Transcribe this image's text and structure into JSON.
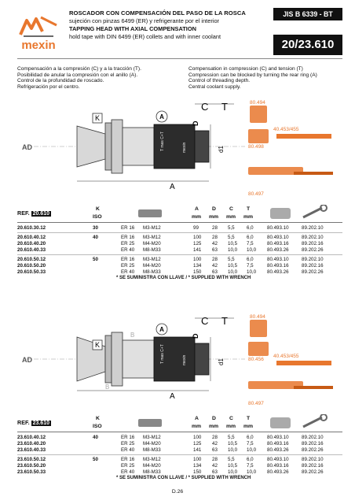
{
  "brand": {
    "name": "mexin",
    "color": "#e8772e"
  },
  "header": {
    "title_es": "ROSCADOR CON COMPENSACIÓN DEL PASO DE LA ROSCA",
    "subtitle_es": "sujeción con pinzas 6499 (ER) y refrigerante por el interior",
    "title_en": "TAPPING HEAD WITH AXIAL COMPENSATION",
    "subtitle_en": "hold tape with DIN 6499 (ER) collets and with inner coolant",
    "standard": "JIS B 6339 - BT",
    "code": "20/23.610"
  },
  "description": {
    "es": [
      "Compensación a la compresión (C) y a la tracción (T).",
      "Posibilidad de anular la compresión con el anillo (A).",
      "Control de la profundidad de roscado.",
      "Refrigeración por el centro."
    ],
    "en": [
      "Compensation in compression (C) and tension (T)",
      "Compression can be blocked by turning the rear ring (A)",
      "Control of threading depth.",
      "Central coolant supply."
    ]
  },
  "drawing_labels": {
    "K": "K",
    "A": "A",
    "C": "C",
    "T": "T",
    "D": "D",
    "d1": "d1",
    "AD": "AD",
    "B": "B",
    "holder_text": "T mas C+T",
    "ring_text": "mexin",
    "acc1": "80.494",
    "acc2": "80.498",
    "acc3": "40.453/455",
    "acc4": "80.497",
    "acc2b": "80.456"
  },
  "colors": {
    "accessory": "#e8772e",
    "accessory_dark": "#c75a14",
    "body": "#d4d4d4"
  },
  "table1": {
    "ref_label": "REF.",
    "ref_code": "20.610",
    "headers": {
      "k": "K",
      "iso": "ISO",
      "a": "A",
      "d": "D",
      "c": "C",
      "t": "T",
      "a_u": "mm",
      "d_u": "mm",
      "c_u": "mm",
      "t_u": "mm"
    },
    "groups": [
      {
        "rows": [
          {
            "ref": "20.610.30.12",
            "k": "30",
            "er": "ER 16",
            "thread": "M3-M12",
            "a": "99",
            "d": "28",
            "c": "5,5",
            "t": "6,0",
            "p1": "80.493.10",
            "p2": "89.202.10"
          }
        ]
      },
      {
        "rows": [
          {
            "ref": "20.610.40.12",
            "k": "40",
            "er": "ER 16",
            "thread": "M3-M12",
            "a": "100",
            "d": "28",
            "c": "5,5",
            "t": "6,0",
            "p1": "80.493.10",
            "p2": "89.202.10"
          },
          {
            "ref": "20.610.40.20",
            "k": "",
            "er": "ER 25",
            "thread": "M4-M20",
            "a": "125",
            "d": "42",
            "c": "10,5",
            "t": "7,5",
            "p1": "80.493.16",
            "p2": "89.202.16"
          },
          {
            "ref": "20.610.40.33",
            "k": "",
            "er": "ER 40",
            "thread": "M8-M33",
            "a": "141",
            "d": "63",
            "c": "10,0",
            "t": "10,0",
            "p1": "80.493.26",
            "p2": "89.202.26"
          }
        ]
      },
      {
        "rows": [
          {
            "ref": "20.610.50.12",
            "k": "50",
            "er": "ER 16",
            "thread": "M3-M12",
            "a": "100",
            "d": "28",
            "c": "5,5",
            "t": "6,0",
            "p1": "80.493.10",
            "p2": "89.202.10"
          },
          {
            "ref": "20.610.50.20",
            "k": "",
            "er": "ER 25",
            "thread": "M4-M20",
            "a": "134",
            "d": "42",
            "c": "10,5",
            "t": "7,5",
            "p1": "80.493.16",
            "p2": "89.202.16"
          },
          {
            "ref": "20.610.50.33",
            "k": "",
            "er": "ER 40",
            "thread": "M8-M33",
            "a": "150",
            "d": "63",
            "c": "10,0",
            "t": "10,0",
            "p1": "80.493.26",
            "p2": "89.202.26"
          }
        ]
      }
    ],
    "note": "* SE SUMINISTRA CON LLAVE  / * SUPPLIED WITH WRENCH"
  },
  "table2": {
    "ref_label": "REF.",
    "ref_code": "23.610",
    "headers": {
      "k": "K",
      "iso": "ISO",
      "a": "A",
      "d": "D",
      "c": "C",
      "t": "T",
      "a_u": "mm",
      "d_u": "mm",
      "c_u": "mm",
      "t_u": "mm"
    },
    "groups": [
      {
        "rows": [
          {
            "ref": "23.610.40.12",
            "k": "40",
            "er": "ER 16",
            "thread": "M3-M12",
            "a": "100",
            "d": "28",
            "c": "5,5",
            "t": "6,0",
            "p1": "80.493.10",
            "p2": "89.202.10"
          },
          {
            "ref": "23.610.40.20",
            "k": "",
            "er": "ER 25",
            "thread": "M4-M20",
            "a": "125",
            "d": "42",
            "c": "10,5",
            "t": "7,5",
            "p1": "80.493.16",
            "p2": "89.202.16"
          },
          {
            "ref": "23.610.40.33",
            "k": "",
            "er": "ER 40",
            "thread": "M8-M33",
            "a": "141",
            "d": "63",
            "c": "10,0",
            "t": "10,0",
            "p1": "80.493.26",
            "p2": "89.202.26"
          }
        ]
      },
      {
        "rows": [
          {
            "ref": "23.610.50.12",
            "k": "50",
            "er": "ER 16",
            "thread": "M3-M12",
            "a": "100",
            "d": "28",
            "c": "5,5",
            "t": "6,0",
            "p1": "80.493.10",
            "p2": "89.202.10"
          },
          {
            "ref": "23.610.50.20",
            "k": "",
            "er": "ER 25",
            "thread": "M4-M20",
            "a": "134",
            "d": "42",
            "c": "10,5",
            "t": "7,5",
            "p1": "80.493.16",
            "p2": "89.202.16"
          },
          {
            "ref": "23.610.50.33",
            "k": "",
            "er": "ER 40",
            "thread": "M8-M33",
            "a": "150",
            "d": "63",
            "c": "10,0",
            "t": "10,0",
            "p1": "80.493.26",
            "p2": "89.202.26"
          }
        ]
      }
    ],
    "note": "* SE SUMINISTRA CON LLAVE  / * SUPPLIED WITH WRENCH"
  },
  "footer": {
    "page": "D.26"
  }
}
